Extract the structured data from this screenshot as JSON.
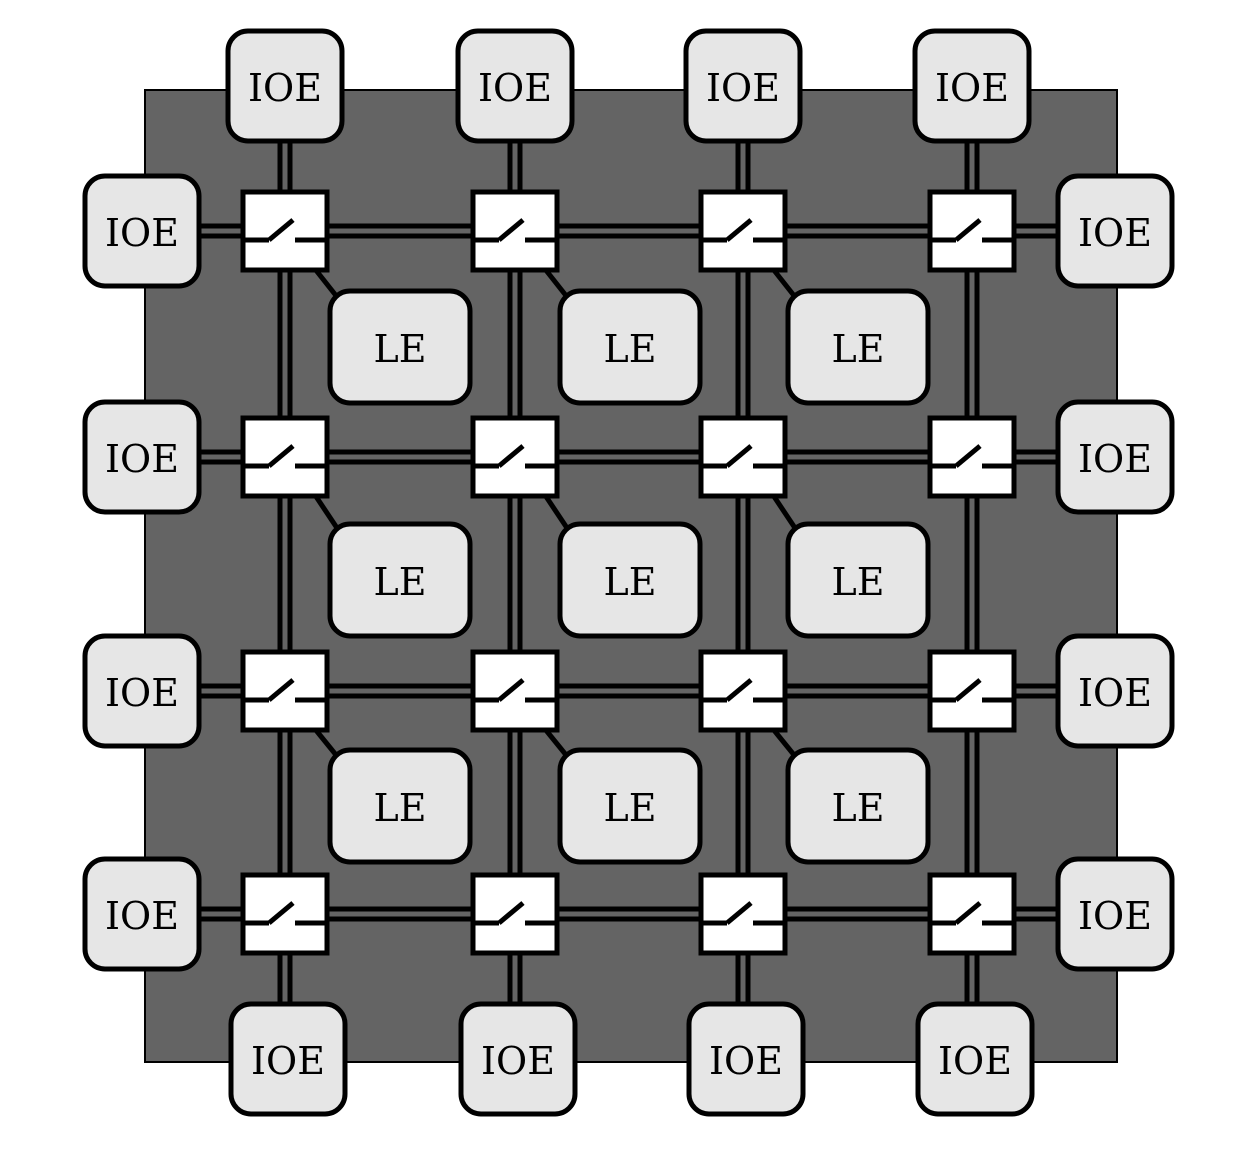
{
  "diagram": {
    "colors": {
      "fabric": "#646464",
      "block_fill": "#e6e6e6",
      "switch_fill": "#ffffff",
      "stroke": "#000000"
    },
    "io_element_label": "IOE",
    "logic_element_label": "LE",
    "io_elements": [
      {
        "side": "top",
        "column": 1,
        "label": "IOE"
      },
      {
        "side": "top",
        "column": 2,
        "label": "IOE"
      },
      {
        "side": "top",
        "column": 3,
        "label": "IOE"
      },
      {
        "side": "top",
        "column": 4,
        "label": "IOE"
      },
      {
        "side": "left",
        "row": 1,
        "label": "IOE"
      },
      {
        "side": "left",
        "row": 2,
        "label": "IOE"
      },
      {
        "side": "left",
        "row": 3,
        "label": "IOE"
      },
      {
        "side": "left",
        "row": 4,
        "label": "IOE"
      },
      {
        "side": "right",
        "row": 1,
        "label": "IOE"
      },
      {
        "side": "right",
        "row": 2,
        "label": "IOE"
      },
      {
        "side": "right",
        "row": 3,
        "label": "IOE"
      },
      {
        "side": "right",
        "row": 4,
        "label": "IOE"
      },
      {
        "side": "bottom",
        "column": 1,
        "label": "IOE"
      },
      {
        "side": "bottom",
        "column": 2,
        "label": "IOE"
      },
      {
        "side": "bottom",
        "column": 3,
        "label": "IOE"
      },
      {
        "side": "bottom",
        "column": 4,
        "label": "IOE"
      }
    ],
    "logic_elements": [
      {
        "row": 1,
        "column": 1,
        "label": "LE"
      },
      {
        "row": 1,
        "column": 2,
        "label": "LE"
      },
      {
        "row": 1,
        "column": 3,
        "label": "LE"
      },
      {
        "row": 2,
        "column": 1,
        "label": "LE"
      },
      {
        "row": 2,
        "column": 2,
        "label": "LE"
      },
      {
        "row": 2,
        "column": 3,
        "label": "LE"
      },
      {
        "row": 3,
        "column": 1,
        "label": "LE"
      },
      {
        "row": 3,
        "column": 2,
        "label": "LE"
      },
      {
        "row": 3,
        "column": 3,
        "label": "LE"
      }
    ],
    "switch_grid": {
      "rows": 4,
      "columns": 4
    }
  }
}
